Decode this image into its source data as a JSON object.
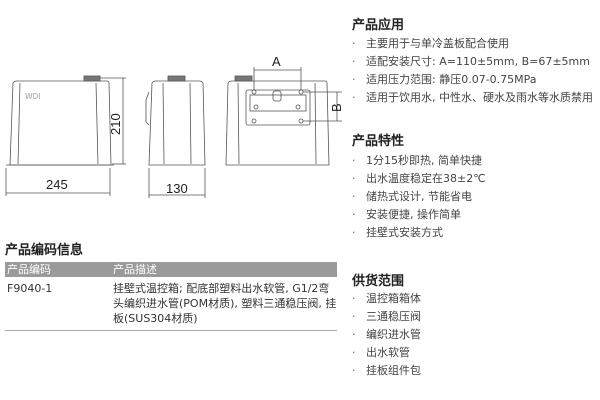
{
  "drawing": {
    "width_label": "245",
    "height_label": "210",
    "depth_label": "130",
    "a_label": "A",
    "b_label": "B",
    "logo": "WDI"
  },
  "application": {
    "title": "产品应用",
    "items": [
      "主要用于与单冷盖板配合使用",
      "适配安装尺寸: A=110±5mm, B=67±5mm",
      "适用压力范围: 静压0.07-0.75MPa",
      "适用于饮用水, 中性水、硬水及雨水等水质禁用"
    ]
  },
  "features": {
    "title": "产品特性",
    "items": [
      "1分15秒即热, 简单快捷",
      "出水温度稳定在38±2℃",
      "储热式设计, 节能省电",
      "安装便捷, 操作简单",
      "挂壁式安装方式"
    ]
  },
  "code_info": {
    "title": "产品编码信息",
    "headers": [
      "产品编码",
      "产品描述"
    ],
    "rows": [
      {
        "code": "F9040-1",
        "description": "挂壁式温控箱; 配底部塑料出水软管, G1/2弯头编织进水管(POM材质), 塑料三通稳压阀, 挂板(SUS304材质)"
      }
    ]
  },
  "supply": {
    "title": "供货范围",
    "items": [
      "温控箱箱体",
      "三通稳压阀",
      "编织进水管",
      "出水软管",
      "挂板组件包"
    ]
  }
}
